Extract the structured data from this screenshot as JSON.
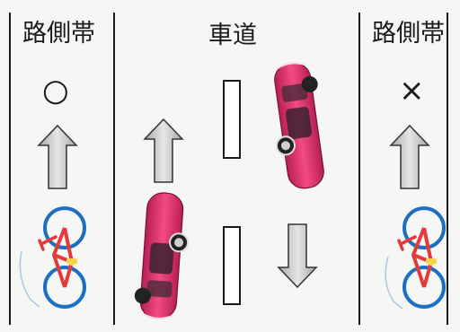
{
  "labels": {
    "left_shoulder": "路側帯",
    "roadway": "車道",
    "right_shoulder": "路側帯"
  },
  "marks": {
    "left_allowed": "○",
    "right_prohibited": "×"
  },
  "colors": {
    "car": "#e0306a",
    "bicycle_frame": "#e63a3a",
    "bicycle_wheel": "#1d6fc2",
    "arrow_fill": "#c9c9c9",
    "lane_line": "#1a1a1a"
  },
  "icons": {
    "arrow": "arrow-icon",
    "car": "car-icon",
    "bicycle": "bicycle-icon"
  }
}
